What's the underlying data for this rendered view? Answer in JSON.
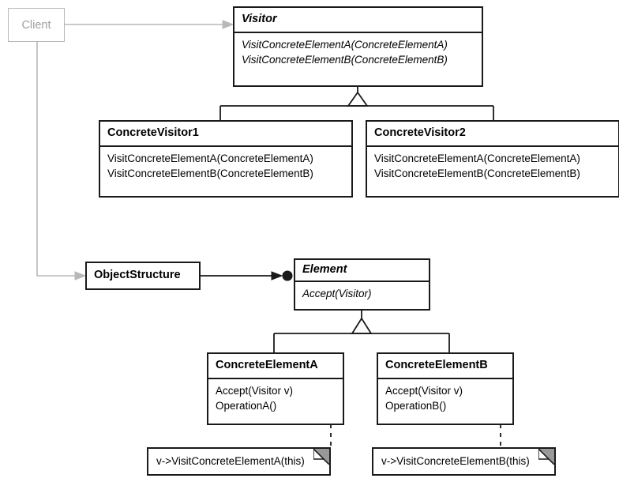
{
  "diagram": {
    "title": "Visitor design pattern UML class diagram",
    "type": "uml-class-diagram",
    "colors": {
      "stroke": "#1a1a1a",
      "fill": "#ffffff",
      "client_stroke": "#b8b8b8",
      "client_text": "#a0a0a0",
      "note_fold_fill": "#999999"
    }
  },
  "classes": {
    "client": {
      "name": "Client",
      "abstract": false
    },
    "visitor": {
      "name": "Visitor",
      "abstract": true,
      "operations": [
        "VisitConcreteElementA(ConcreteElementA)",
        "VisitConcreteElementB(ConcreteElementB)"
      ]
    },
    "concrete_visitor_1": {
      "name": "ConcreteVisitor1",
      "abstract": false,
      "operations": [
        "VisitConcreteElementA(ConcreteElementA)",
        "VisitConcreteElementB(ConcreteElementB)"
      ]
    },
    "concrete_visitor_2": {
      "name": "ConcreteVisitor2",
      "abstract": false,
      "operations": [
        "VisitConcreteElementA(ConcreteElementA)",
        "VisitConcreteElementB(ConcreteElementB)"
      ]
    },
    "object_structure": {
      "name": "ObjectStructure",
      "abstract": false
    },
    "element": {
      "name": "Element",
      "abstract": true,
      "operations": [
        "Accept(Visitor)"
      ]
    },
    "concrete_element_a": {
      "name": "ConcreteElementA",
      "abstract": false,
      "operations": [
        "Accept(Visitor v)",
        "OperationA()"
      ]
    },
    "concrete_element_b": {
      "name": "ConcreteElementB",
      "abstract": false,
      "operations": [
        "Accept(Visitor v)",
        "OperationB()"
      ]
    }
  },
  "notes": {
    "note_a": {
      "text": "v->VisitConcreteElementA(this)"
    },
    "note_b": {
      "text": "v->VisitConcreteElementB(this)"
    }
  },
  "relationships": [
    {
      "kind": "association",
      "from": "Client",
      "to": "Visitor",
      "style": "grey-arrow"
    },
    {
      "kind": "association",
      "from": "Client",
      "to": "ObjectStructure",
      "style": "grey-arrow"
    },
    {
      "kind": "generalization",
      "from": "ConcreteVisitor1",
      "to": "Visitor"
    },
    {
      "kind": "generalization",
      "from": "ConcreteVisitor2",
      "to": "Visitor"
    },
    {
      "kind": "aggregation",
      "from": "ObjectStructure",
      "to": "Element"
    },
    {
      "kind": "generalization",
      "from": "ConcreteElementA",
      "to": "Element"
    },
    {
      "kind": "generalization",
      "from": "ConcreteElementB",
      "to": "Element"
    },
    {
      "kind": "note-anchor",
      "from": "ConcreteElementA",
      "to": "note_a"
    },
    {
      "kind": "note-anchor",
      "from": "ConcreteElementB",
      "to": "note_b"
    }
  ]
}
